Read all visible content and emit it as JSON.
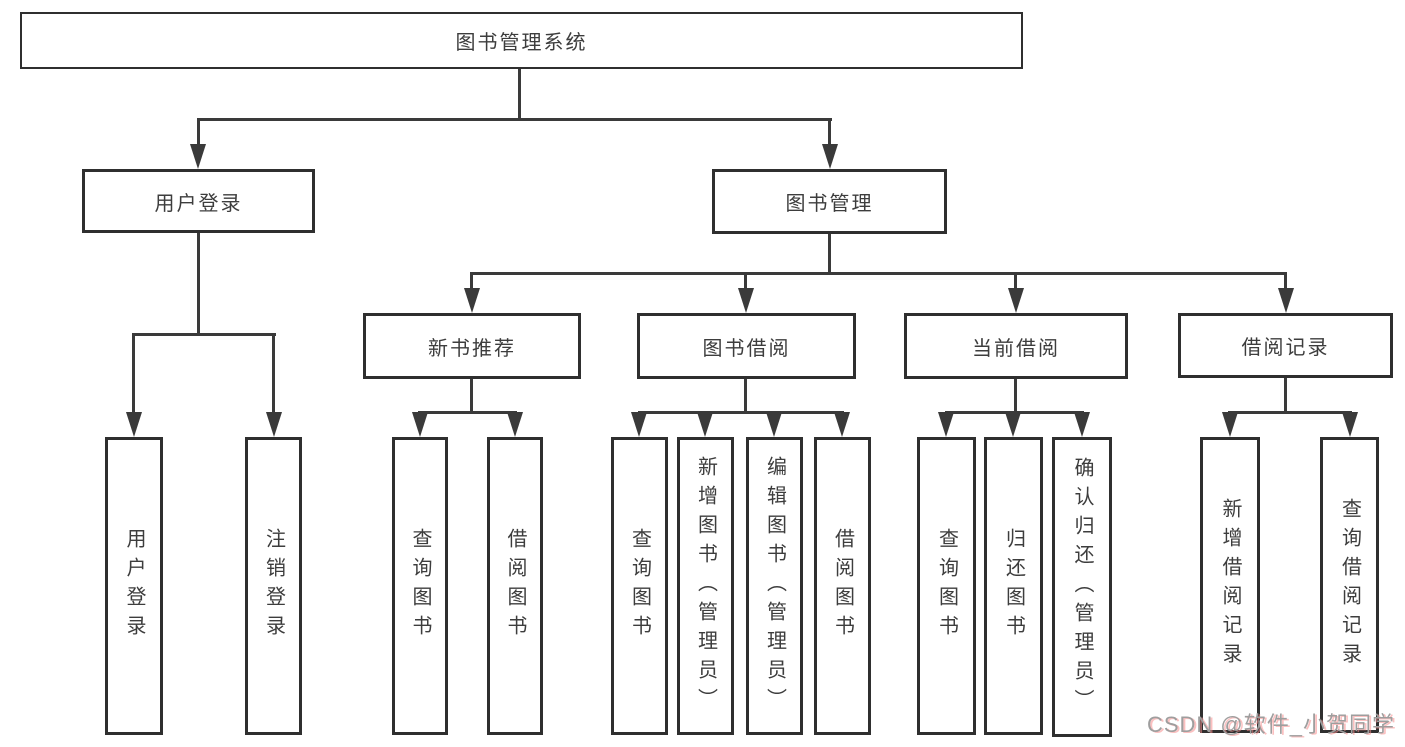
{
  "diagram_title": "图书管理系统",
  "nodes": {
    "root": {
      "label": "图书管理系统"
    },
    "user_login": {
      "label": "用户登录"
    },
    "book_mgmt": {
      "label": "图书管理"
    },
    "new_books": {
      "label": "新书推荐"
    },
    "book_borrow": {
      "label": "图书借阅"
    },
    "current_borrow": {
      "label": "当前借阅"
    },
    "borrow_records": {
      "label": "借阅记录"
    },
    "leaf_user_login": {
      "label": "用户登录"
    },
    "leaf_logout": {
      "label": "注销登录"
    },
    "leaf_nb_query": {
      "label": "查询图书"
    },
    "leaf_nb_borrow": {
      "label": "借阅图书"
    },
    "leaf_bb_query": {
      "label": "查询图书"
    },
    "leaf_bb_add": {
      "label": "新增图书（管理员）"
    },
    "leaf_bb_edit": {
      "label": "编辑图书（管理员）"
    },
    "leaf_bb_borrow": {
      "label": "借阅图书"
    },
    "leaf_cb_query": {
      "label": "查询图书"
    },
    "leaf_cb_return": {
      "label": "归还图书"
    },
    "leaf_cb_confirm": {
      "label": "确认归还（管理员）"
    },
    "leaf_br_add": {
      "label": "新增借阅记录"
    },
    "leaf_br_query": {
      "label": "查询借阅记录"
    }
  },
  "watermark": {
    "text": "CSDN @软件_小贺同学"
  },
  "colors": {
    "box_border": "#2f2f2f",
    "line": "#3a3a3a",
    "text": "#3d3d3d",
    "watermark_gray": "#9e9e9e",
    "watermark_shadow_pink": "#f88c8c",
    "background": "#ffffff"
  }
}
